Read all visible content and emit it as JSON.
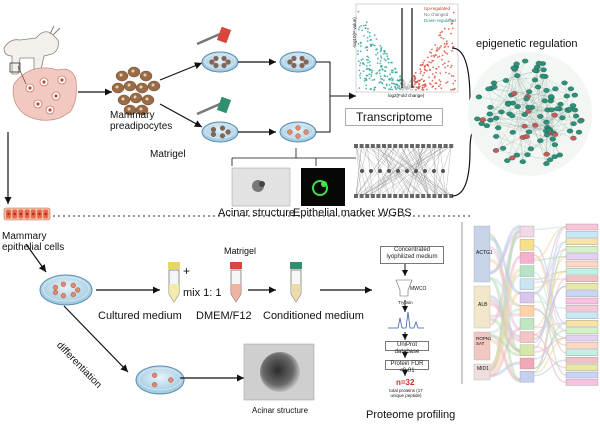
{
  "labels": {
    "mammary_preadipocytes": "Mammary\npreadipocytes",
    "matrigel_top": "Matrigel",
    "transcriptome": "Transcriptome",
    "acinar_structure_top": "Acinar structure",
    "epithelial_marker": "Epithelial marker",
    "wgbs": "WGBS",
    "epigenetic_regulation": "epigenetic regulation",
    "mammary_epithelial_cells": "Mammary\nepithelial cells",
    "matrigel_mid": "Matrigel",
    "mix": "mix 1: 1",
    "plus": "+",
    "cultured_medium": "Cultured medium",
    "dmem": "DMEM/F12",
    "conditioned_medium": "Conditioned medium",
    "differentiation": "differentiation",
    "acinar_structure_bottom": "Acinar structure",
    "proteome_profiling": "Proteome profiling"
  },
  "workflow": {
    "concentrated": "Concentrated lyophilized medium",
    "mwco": "MWCO",
    "trypsin": "Trypsin",
    "uniprot": "UniProt database",
    "fdr": "Protein FDR <0.01",
    "n": "n=32",
    "total": "total proteins (17 unique peptide)"
  },
  "volcano": {
    "legend": [
      "Up-regulated",
      "No changed",
      "Down-regulated"
    ],
    "xlabel": "log2(Fold change)",
    "ylabel": "-log10(P-value)"
  },
  "sankey_left": [
    "ACTG1",
    "ALB",
    "ROPN1 SAT",
    "MID1"
  ],
  "colors": {
    "arrow": "#111111",
    "dish": "#cfe6f3",
    "dish_rim": "#5b8fb0",
    "cell": "#e38a6a",
    "preadipocyte": "#9a6b46",
    "udder": "#f2c9c0",
    "network_node": "#2f8f7a",
    "network_node_red": "#c95a58",
    "volcano_up": "#d94a3a",
    "volcano_down": "#2aa39a"
  }
}
